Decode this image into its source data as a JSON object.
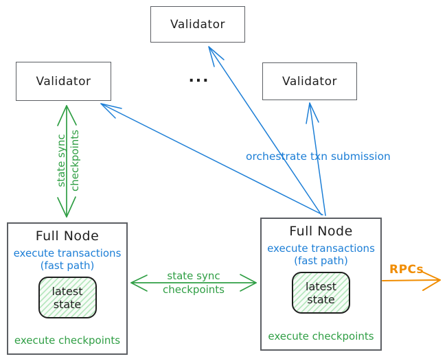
{
  "colors": {
    "blue": "#1c7ed6",
    "green": "#2f9e44",
    "orange": "#f08c00",
    "ink": "#1e1e1e",
    "border": "#5b5e63",
    "hatch": "#b2f2bb"
  },
  "validators": {
    "left": {
      "label": "Validator"
    },
    "middle": {
      "label": "Validator"
    },
    "right": {
      "label": "Validator"
    },
    "ellipsis": "..."
  },
  "full_nodes": {
    "left": {
      "title": "Full Node",
      "exec_line1": "execute transactions",
      "exec_line2": "(fast path)",
      "state_line1": "latest",
      "state_line2": "state",
      "checkpoints": "execute checkpoints"
    },
    "right": {
      "title": "Full Node",
      "exec_line1": "execute transactions",
      "exec_line2": "(fast path)",
      "state_line1": "latest",
      "state_line2": "state",
      "checkpoints": "execute checkpoints"
    }
  },
  "edges": {
    "state_sync_left": {
      "line1": "state sync",
      "line2": "checkpoints"
    },
    "state_sync_middle": {
      "line1": "state sync",
      "line2": "checkpoints"
    },
    "orchestrate": {
      "label": "orchestrate txn submission"
    },
    "rpcs": {
      "label": "RPCs"
    }
  }
}
